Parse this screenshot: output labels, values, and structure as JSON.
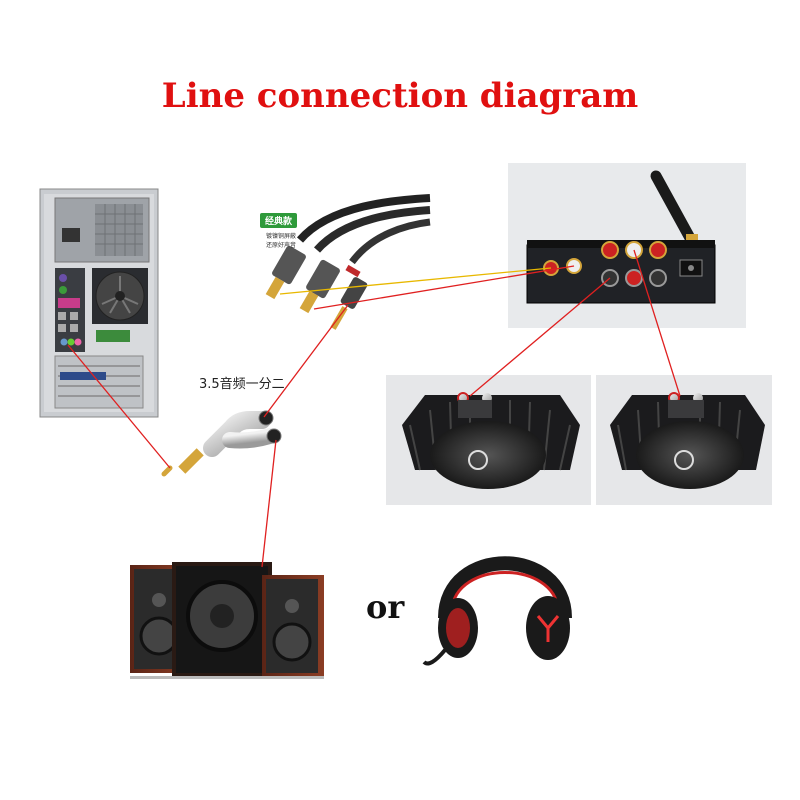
{
  "title": "Line connection diagram",
  "splitter_caption": "3.5音频一分二",
  "or_label": "or",
  "cable_tag": {
    "main": "经典款",
    "sub1": "镀镍铜屏蔽",
    "sub2": "还原好声音"
  },
  "colors": {
    "title": "#e01010",
    "wire_red": "#e02020",
    "wire_yellow": "#e8b800",
    "jack_gold": "#d4a53a"
  }
}
